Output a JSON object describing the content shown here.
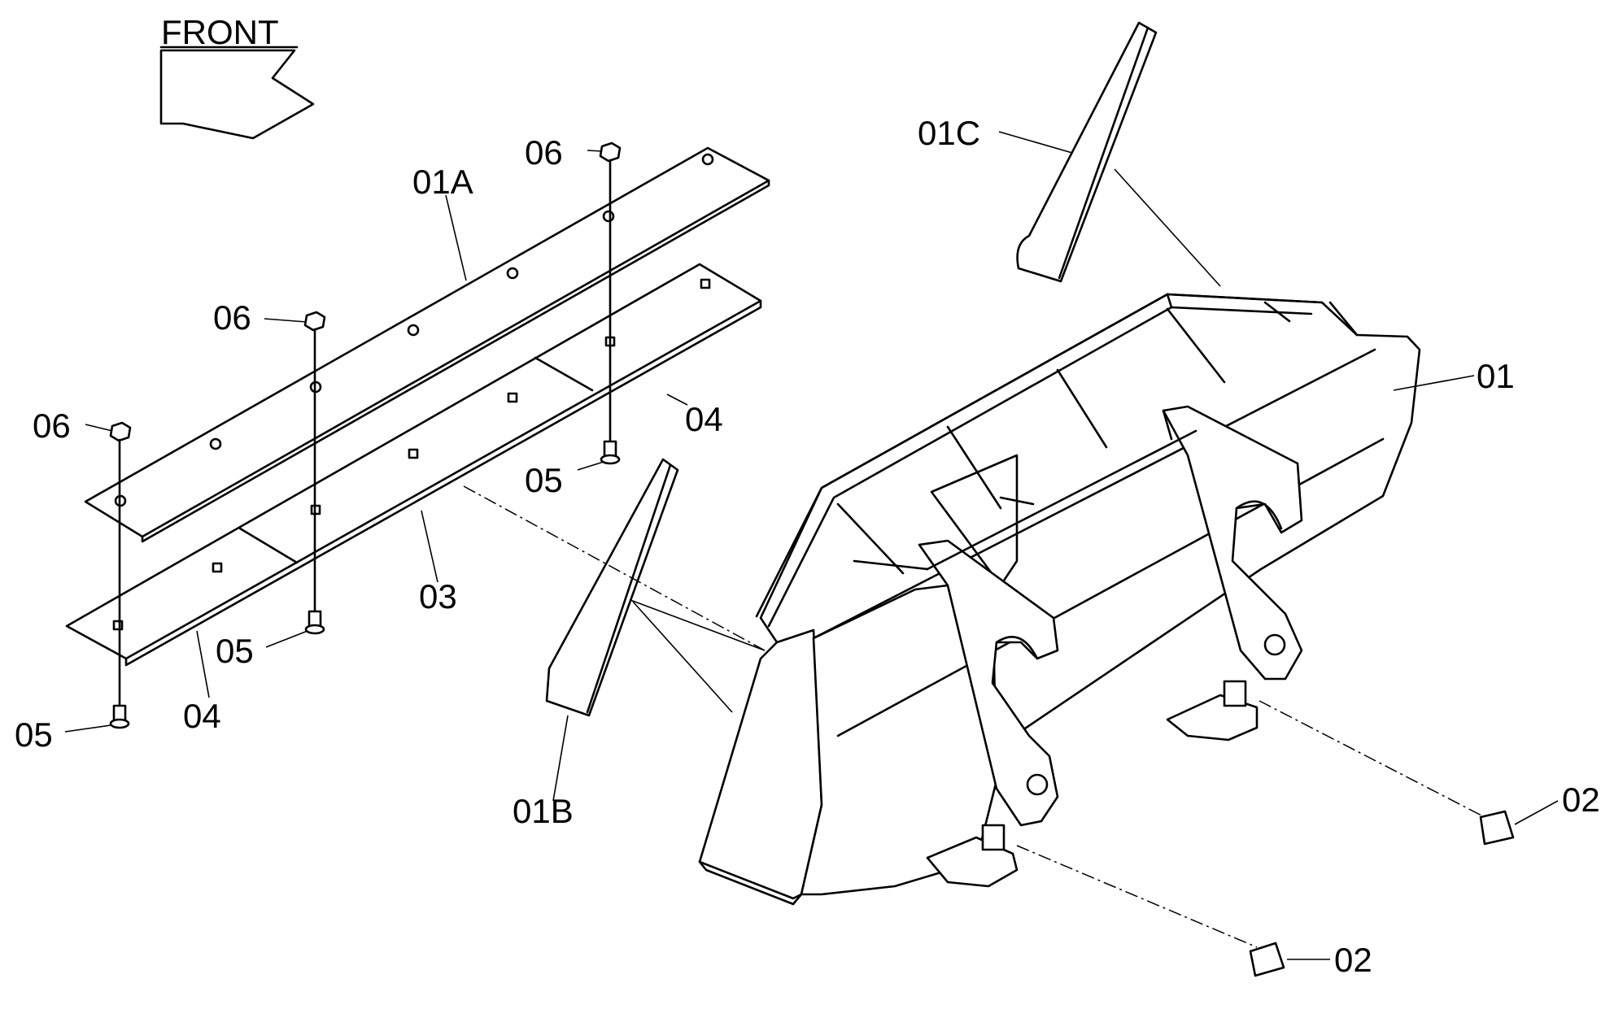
{
  "front_label": "FRONT",
  "labels": {
    "p01": "01",
    "p01a": "01A",
    "p01b": "01B",
    "p01c": "01C",
    "p02a": "02",
    "p02b": "02",
    "p03": "03",
    "p04a": "04",
    "p04b": "04",
    "p05a": "05",
    "p05b": "05",
    "p05c": "05",
    "p06a": "06",
    "p06b": "06",
    "p06c": "06"
  }
}
